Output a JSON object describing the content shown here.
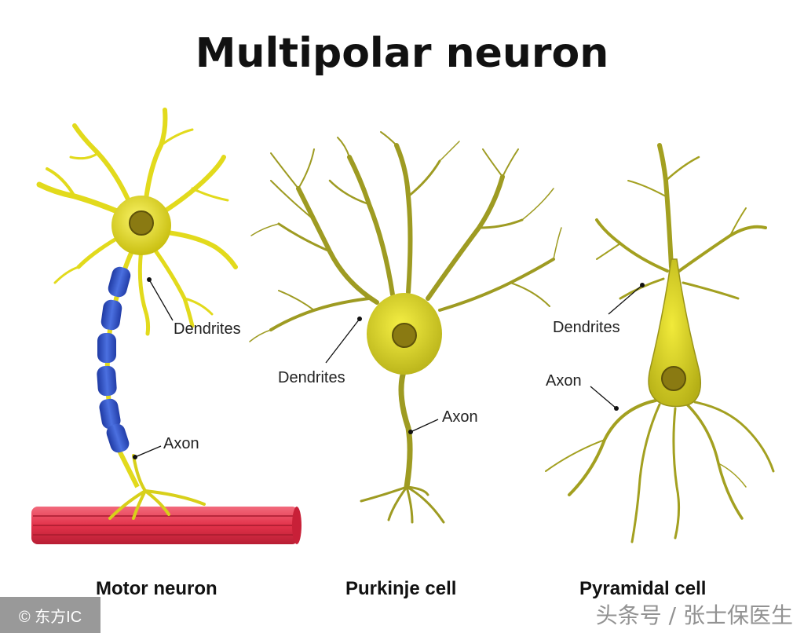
{
  "title": "Multipolar neuron",
  "colors": {
    "motor_body": "#dcd21a",
    "motor_dendrite": "#e8e020",
    "nucleus": "#8a7a12",
    "myelin": "#2e4fc4",
    "muscle": "#e3324a",
    "purkinje": "#9b9a20",
    "pyramidal": "#a5a020"
  },
  "cells": {
    "motor": {
      "caption": "Motor neuron",
      "labels": {
        "dendrites": "Dendrites",
        "axon": "Axon"
      }
    },
    "purkinje": {
      "caption": "Purkinje cell",
      "labels": {
        "dendrites": "Dendrites",
        "axon": "Axon"
      }
    },
    "pyramidal": {
      "caption": "Pyramidal cell",
      "labels": {
        "dendrites": "Dendrites",
        "axon": "Axon"
      }
    }
  },
  "watermarks": {
    "left": "© 东方IC",
    "right": "头条号 / 张士保医生"
  }
}
